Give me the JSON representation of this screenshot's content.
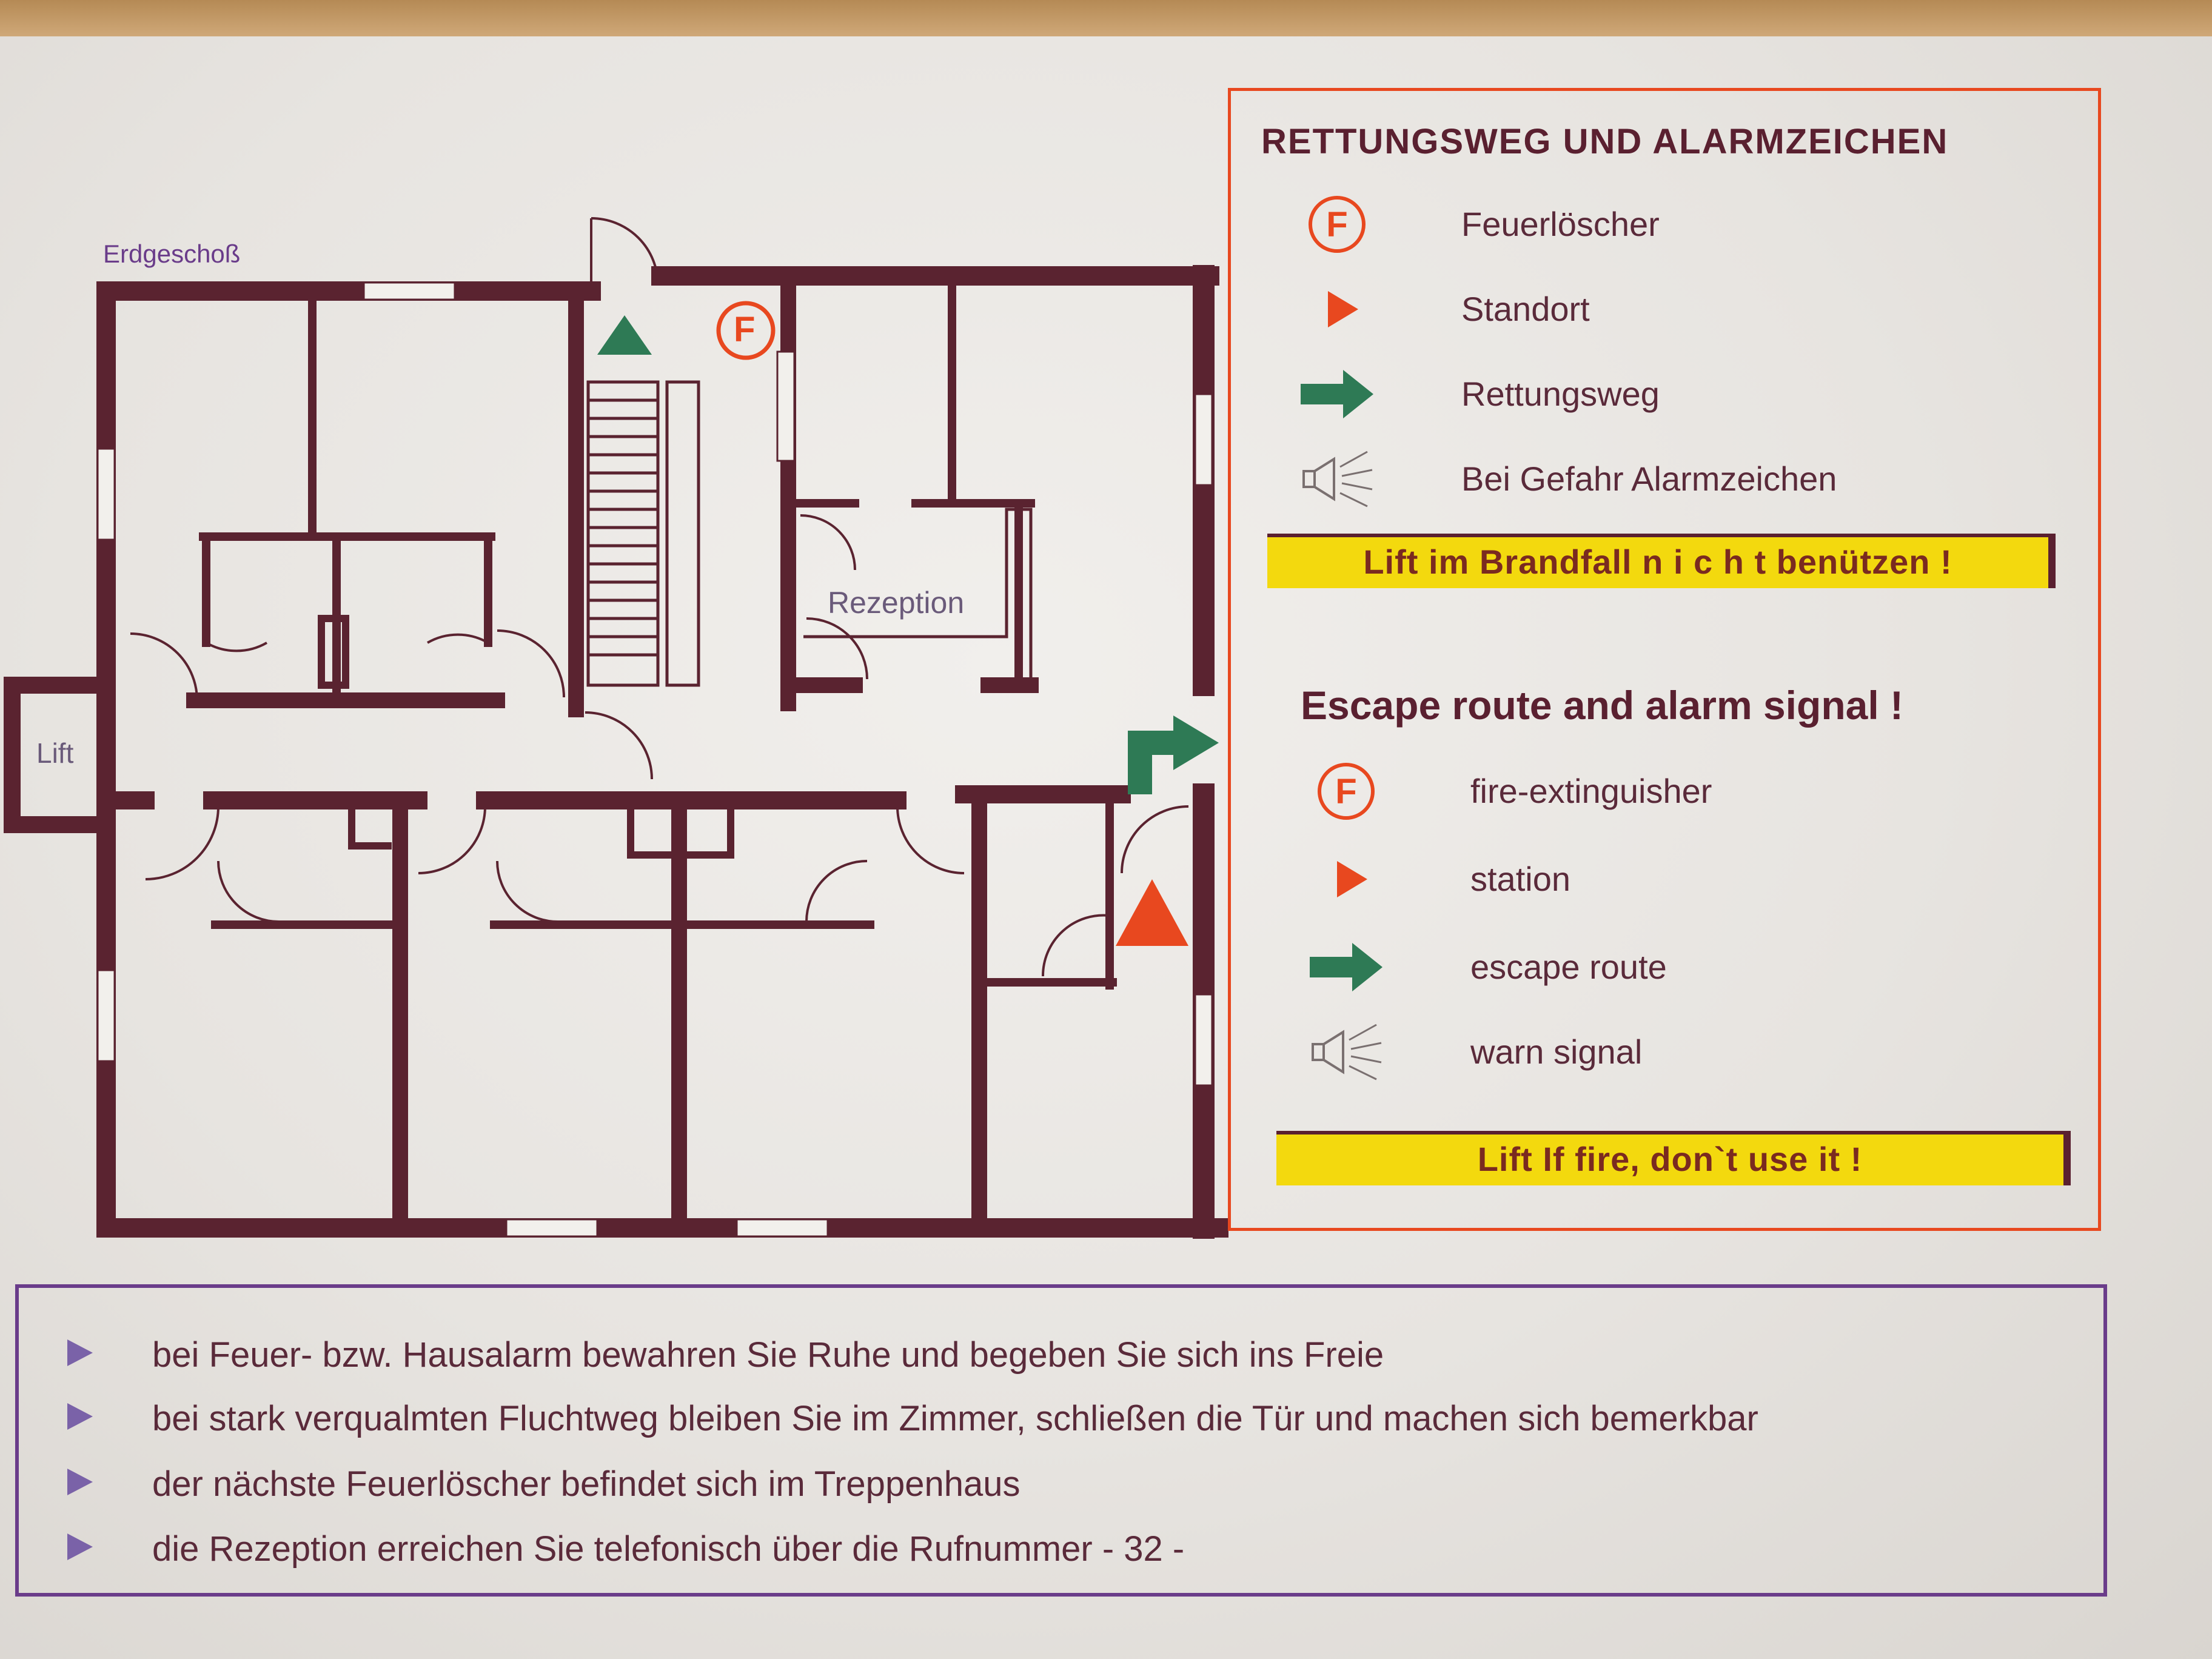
{
  "plan": {
    "floor_label": "Erdgeschoß",
    "lift_label": "Lift",
    "reception_label": "Rezeption",
    "extinguisher_letter": "F"
  },
  "legend": {
    "title_de": "RETTUNGSWEG UND ALARMZEICHEN",
    "items_de": [
      {
        "icon": "fire-extinguisher-icon",
        "label": "Feuerlöscher"
      },
      {
        "icon": "location-triangle-icon",
        "label": "Standort"
      },
      {
        "icon": "escape-arrow-icon",
        "label": "Rettungsweg"
      },
      {
        "icon": "alarm-horn-icon",
        "label": "Bei Gefahr Alarmzeichen"
      }
    ],
    "warning_de": "Lift im Brandfall n i c h t benützen !",
    "title_en": "Escape route and alarm signal !",
    "items_en": [
      {
        "icon": "fire-extinguisher-icon",
        "label": "fire-extinguisher"
      },
      {
        "icon": "location-triangle-icon",
        "label": "station"
      },
      {
        "icon": "escape-arrow-icon",
        "label": "escape route"
      },
      {
        "icon": "alarm-horn-icon",
        "label": "warn signal"
      }
    ],
    "warning_en": "Lift If fire, don`t use it !"
  },
  "notes": [
    "bei Feuer- bzw. Hausalarm bewahren Sie Ruhe und begeben Sie sich ins Freie",
    "bei stark verqualmten Fluchtweg bleiben Sie im Zimmer, schließen die Tür und machen sich bemerkbar",
    "der nächste Feuerlöscher befindet sich im Treppenhaus",
    "die Rezeption erreichen Sie telefonisch über die Rufnummer - 32 -"
  ],
  "colors": {
    "wall": "#5a2330",
    "extinguisher": "#e8481f",
    "escape_green": "#2e7a55",
    "station_red": "#e8481f",
    "warning_yellow": "#f3d90e",
    "notes_border": "#6a3c8a"
  }
}
